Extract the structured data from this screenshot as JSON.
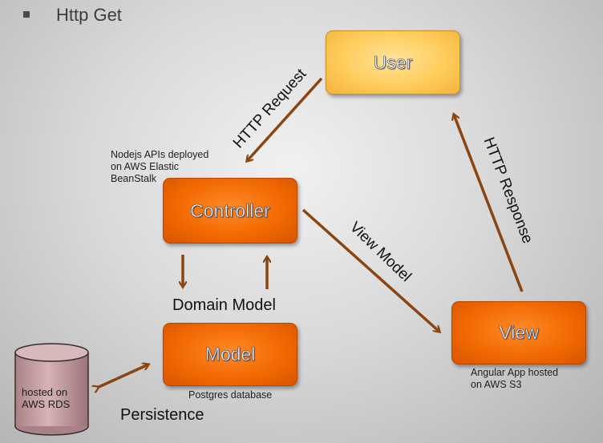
{
  "header": {
    "title": "Http Get"
  },
  "nodes": {
    "user": "User",
    "controller": "Controller",
    "model": "Model",
    "view": "View"
  },
  "notes": {
    "controller": [
      "Nodejs APIs deployed",
      "on AWS Elastic",
      "BeanStalk"
    ],
    "model": "Postgres database",
    "view": [
      "Angular App hosted",
      "on AWS S3"
    ],
    "database": [
      "hosted on",
      "AWS RDS"
    ]
  },
  "edges": {
    "request": "HTTP Request",
    "response": "HTTP Response",
    "view_model": "View Model",
    "domain_model": "Domain Model",
    "persistence": "Persistence"
  },
  "colors": {
    "arrow": "#8a4510",
    "box_orange": "#f26a00",
    "box_user": "#ffcd5c",
    "database": "#c9a3a6"
  }
}
